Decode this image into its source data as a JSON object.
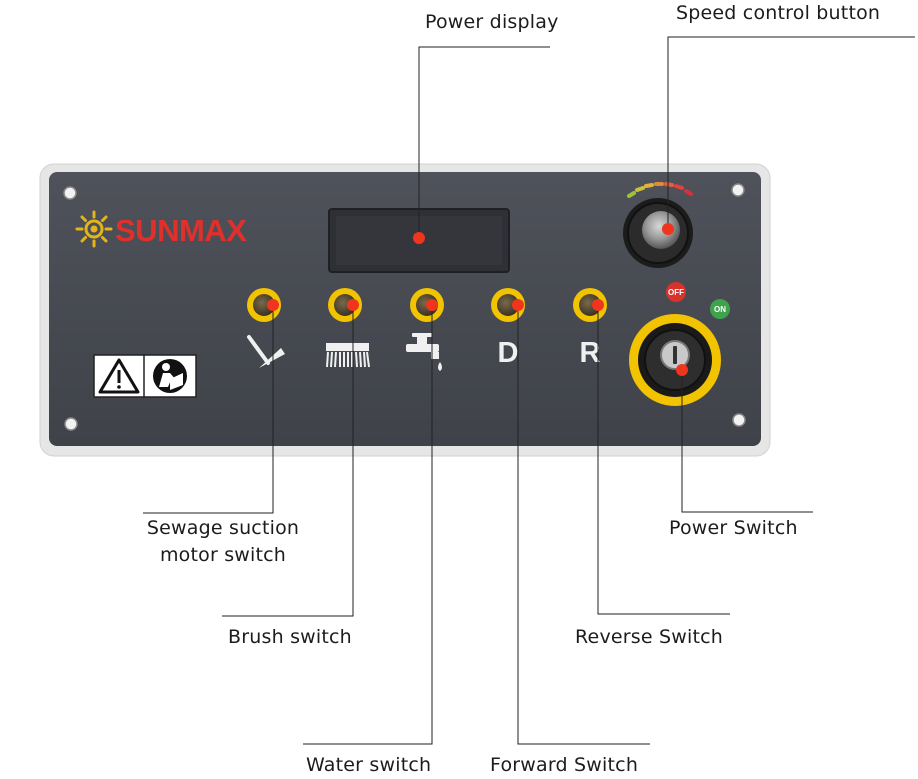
{
  "brand": {
    "name": "SUNMAX",
    "name_color": "#e0302b",
    "logo_color": "#e3b51b"
  },
  "panel": {
    "face_color": "#484b52",
    "frame_color": "#e4e4e4",
    "dot_color": "#f0351f",
    "ring_color": "#f2c300",
    "switch_icons": [
      {
        "name": "sewage-suction-icon"
      },
      {
        "name": "brush-icon"
      },
      {
        "name": "water-tap-icon"
      },
      {
        "name": "forward-letter",
        "glyph": "D"
      },
      {
        "name": "reverse-letter",
        "glyph": "R"
      }
    ],
    "key_switch": {
      "off_label": "OFF",
      "on_label": "ON"
    },
    "warning_icons": [
      "warning-triangle-icon",
      "read-manual-icon"
    ]
  },
  "callouts": {
    "power_display": "Power display",
    "speed_control": "Speed control button",
    "sewage_suction_line1": "Sewage suction",
    "sewage_suction_line2": "motor switch",
    "brush_switch": "Brush switch",
    "water_switch": "Water switch",
    "forward_switch": "Forward Switch",
    "reverse_switch": "Reverse Switch",
    "power_switch": "Power Switch"
  }
}
